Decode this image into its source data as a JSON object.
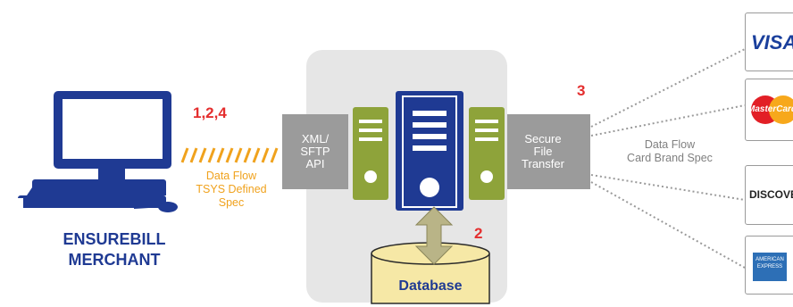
{
  "merchant": {
    "line1": "ENSUREBILL",
    "line2": "MERCHANT"
  },
  "labels": {
    "step_left": "1,2,4",
    "step_db": "2",
    "step_right": "3",
    "api_box": [
      "XML/",
      "SFTP",
      "API"
    ],
    "transfer_box": [
      "Secure",
      "File",
      "Transfer"
    ],
    "database": "Database",
    "flow_left": [
      "Data Flow",
      "TSYS Defined",
      "Spec"
    ],
    "flow_right": [
      "Data Flow",
      "Card Brand Spec"
    ]
  },
  "cards": {
    "visa": "VISA",
    "mastercard": "MasterCard",
    "discover": "DISCOVER",
    "amex": [
      "AMERICAN",
      "EXPRESS"
    ]
  },
  "colors": {
    "navy": "#1f3a93",
    "olive": "#8ea33a",
    "gray_box": "#9b9b9b",
    "panel": "#e6e6e6",
    "red": "#e42e2e",
    "orange": "#f0a21d",
    "db_fill": "#f6e8a6",
    "arrow": "#b9b487"
  }
}
